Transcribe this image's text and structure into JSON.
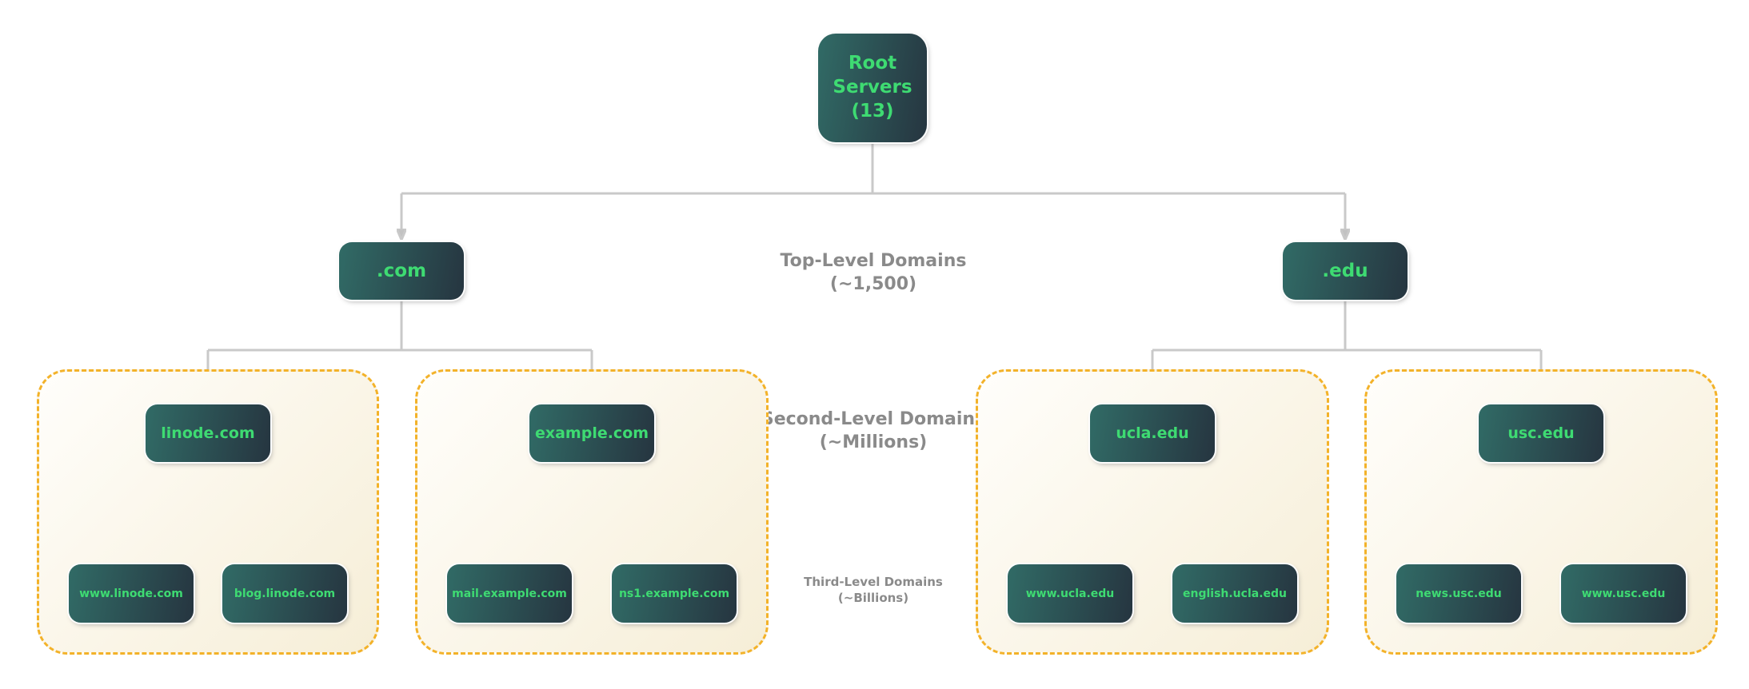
{
  "diagram": {
    "root": {
      "label": "Root Servers (13)"
    },
    "levels": {
      "tld": {
        "title": "Top-Level Domains",
        "count": "(~1,500)"
      },
      "sld": {
        "title": "Second-Level Domains",
        "count": "(~Millions)"
      },
      "third": {
        "title": "Third-Level Domains",
        "count": "(~Billions)"
      }
    },
    "tlds": [
      {
        "label": ".com"
      },
      {
        "label": ".edu"
      }
    ],
    "groups": [
      {
        "parent": "linode.com",
        "children": [
          "www.linode.com",
          "blog.linode.com"
        ]
      },
      {
        "parent": "example.com",
        "children": [
          "mail.example.com",
          "ns1.example.com"
        ]
      },
      {
        "parent": "ucla.edu",
        "children": [
          "www.ucla.edu",
          "english.ucla.edu"
        ]
      },
      {
        "parent": "usc.edu",
        "children": [
          "news.usc.edu",
          "www.usc.edu"
        ]
      }
    ],
    "colors": {
      "node_gradient_start": "#316b66",
      "node_gradient_end": "#263540",
      "node_text": "#3edb72",
      "connector": "#c9c9c9",
      "group_border": "#f3b229",
      "group_bg_start": "#fffefb",
      "group_bg_end": "#f6eed7",
      "label_text": "#8a8a8a"
    }
  }
}
